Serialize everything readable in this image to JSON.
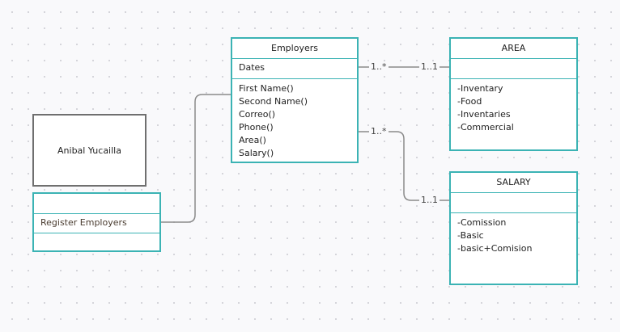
{
  "actor": {
    "name": "Anibal Yucailla"
  },
  "use_case": {
    "label": "Register Employers"
  },
  "employers": {
    "title": "Employers",
    "attribute": "Dates",
    "operations": [
      "First Name()",
      "Second Name()",
      "Correo()",
      "Phone()",
      "Area()",
      "Salary()"
    ]
  },
  "area": {
    "title": "AREA",
    "attribute": "",
    "operations": [
      "-Inventary",
      "-Food",
      "-Inventaries",
      "-Commercial"
    ]
  },
  "salary": {
    "title": "SALARY",
    "attribute": "",
    "operations": [
      "-Comission",
      "-Basic",
      "-basic+Comision"
    ]
  },
  "associations": {
    "employers_area": {
      "from_mult": "1..*",
      "to_mult": "1..1"
    },
    "employers_salary": {
      "from_mult": "1..*",
      "to_mult": "1..1"
    }
  },
  "colors": {
    "accent": "#3bb3b4",
    "connector": "#8a8a8a",
    "actor_border": "#6f6f6f"
  }
}
